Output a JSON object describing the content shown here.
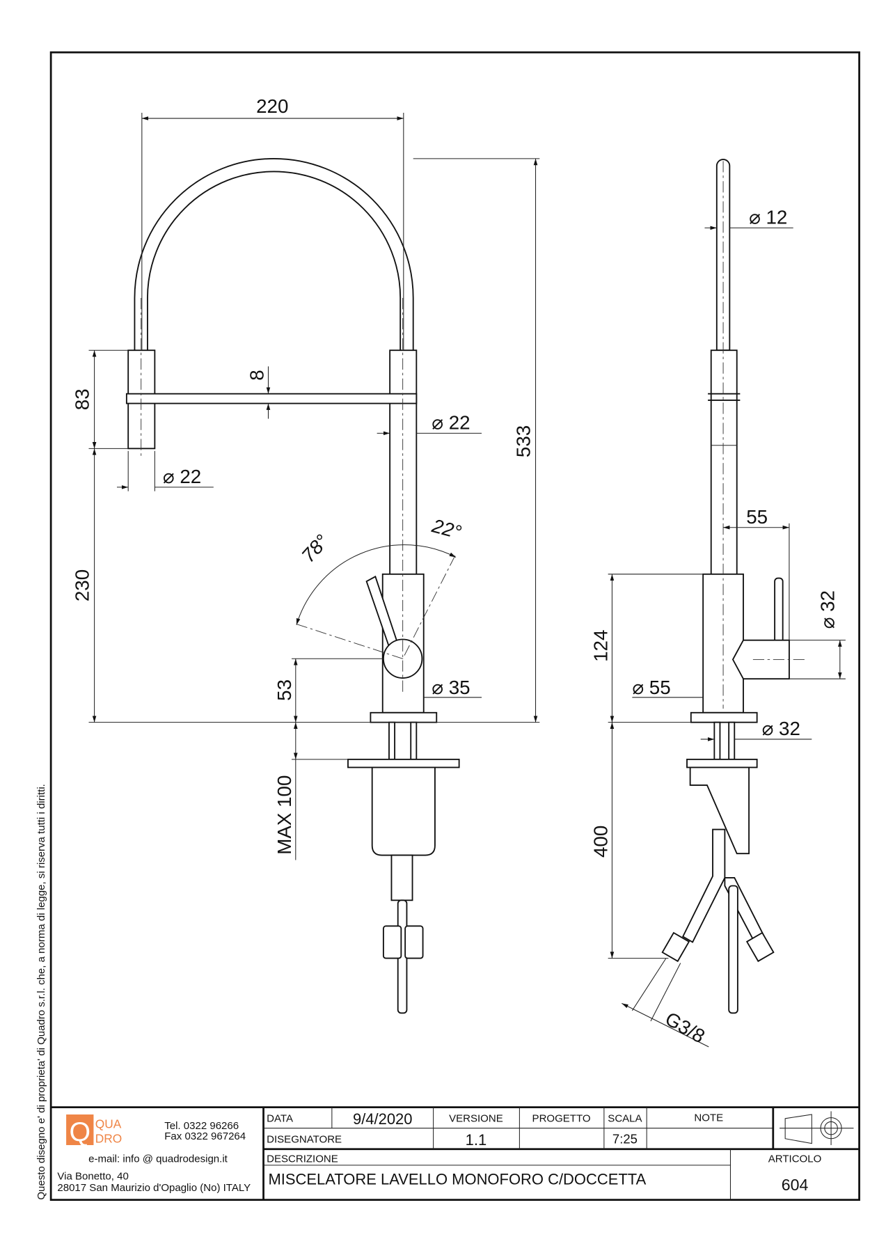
{
  "side_note": "Questo disegno e' di proprieta' di Quadro s.r.l. che, a norma di legge, si riserva tutti i diritti.",
  "dimensions": {
    "width_220": "220",
    "height_533": "533",
    "d83": "83",
    "d230": "230",
    "d8": "8",
    "d53": "53",
    "max100": "MAX 100",
    "dia22_tube": "⌀ 22",
    "dia22_spray": "⌀ 22",
    "dia35": "⌀ 35",
    "angle22": "22°",
    "angle78": "78°",
    "dia12": "⌀ 12",
    "d55": "55",
    "dia32_knob": "⌀ 32",
    "d124": "124",
    "dia55": "⌀ 55",
    "dia32_base": "⌀ 32",
    "d400": "400",
    "g38": "G3/8"
  },
  "title_block": {
    "logo_top": "QUA",
    "logo_bottom": "DRO",
    "logo_letter": "Q",
    "logo_color": "#ef8546",
    "tel": "Tel. 0322 96266",
    "fax": "Fax 0322 967264",
    "email": "e-mail:  info @ quadrodesign.it",
    "address1": "Via Bonetto, 40",
    "address2": "28017 San Maurizio d'Opaglio (No) ITALY",
    "data_label": "DATA",
    "data_value": "9/4/2020",
    "versione_label": "VERSIONE",
    "versione_value": "1.1",
    "progetto_label": "PROGETTO",
    "progetto_value": "",
    "scala_label": "SCALA",
    "scala_value": "7:25",
    "note_label": "NOTE",
    "disegnatore_label": "DISEGNATORE",
    "descrizione_label": "DESCRIZIONE",
    "descrizione_value": "MISCELATORE LAVELLO MONOFORO C/DOCCETTA",
    "articolo_label": "ARTICOLO",
    "articolo_value": "604"
  }
}
